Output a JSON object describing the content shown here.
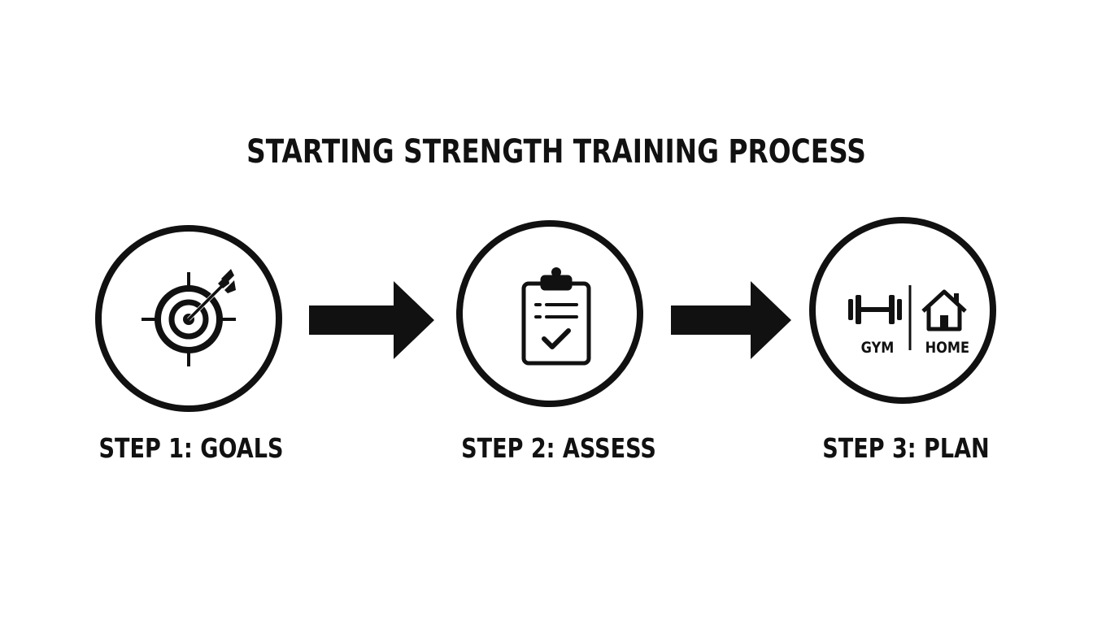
{
  "title": "STARTING STRENGTH TRAINING PROCESS",
  "steps": [
    {
      "label": "STEP 1: GOALS",
      "icon": "target-arrow-icon"
    },
    {
      "label": "STEP 2: ASSESS",
      "icon": "clipboard-check-icon"
    },
    {
      "label": "STEP 3: PLAN",
      "icon": "gym-home-icon"
    }
  ],
  "plan_options": {
    "left_label": "GYM",
    "right_label": "HOME"
  },
  "colors": {
    "ink": "#111111",
    "background": "#ffffff"
  }
}
